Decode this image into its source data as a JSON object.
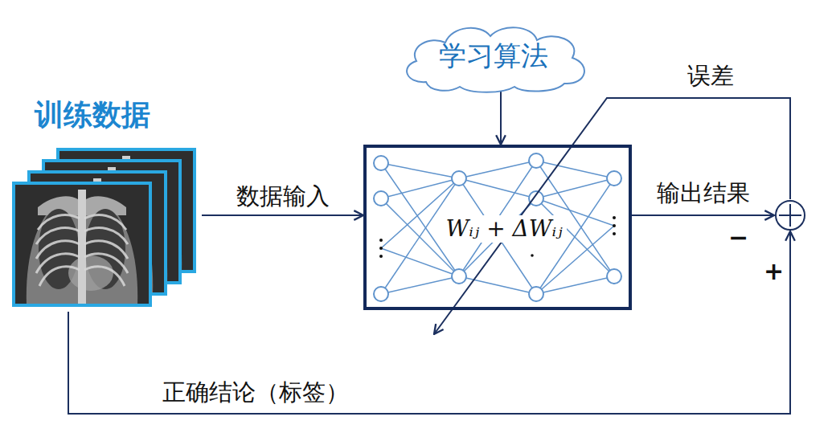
{
  "diagram": {
    "nodes": [
      {
        "text": [
          "学习算法"
        ]
      },
      {
        "text": [
          "训练数据"
        ]
      },
      {
        "text": [
          "Wᵢⱼ + ΔWᵢⱼ"
        ]
      },
      {
        "text": []
      }
    ],
    "edges": [
      {
        "from": 1,
        "to": 2,
        "label": "数据输入",
        "arrow": "to"
      },
      {
        "from": 0,
        "to": 2,
        "arrow": "to"
      },
      {
        "from": 2,
        "to": 3,
        "label": "输出结果",
        "arrow": "to"
      },
      {
        "from": 3,
        "to": 2,
        "label": "误差",
        "arrow": "to"
      },
      {
        "from": 1,
        "to": 3,
        "label": "正确结论（标签）",
        "arrow": "to"
      }
    ],
    "labels": [
      "−",
      "+"
    ]
  }
}
